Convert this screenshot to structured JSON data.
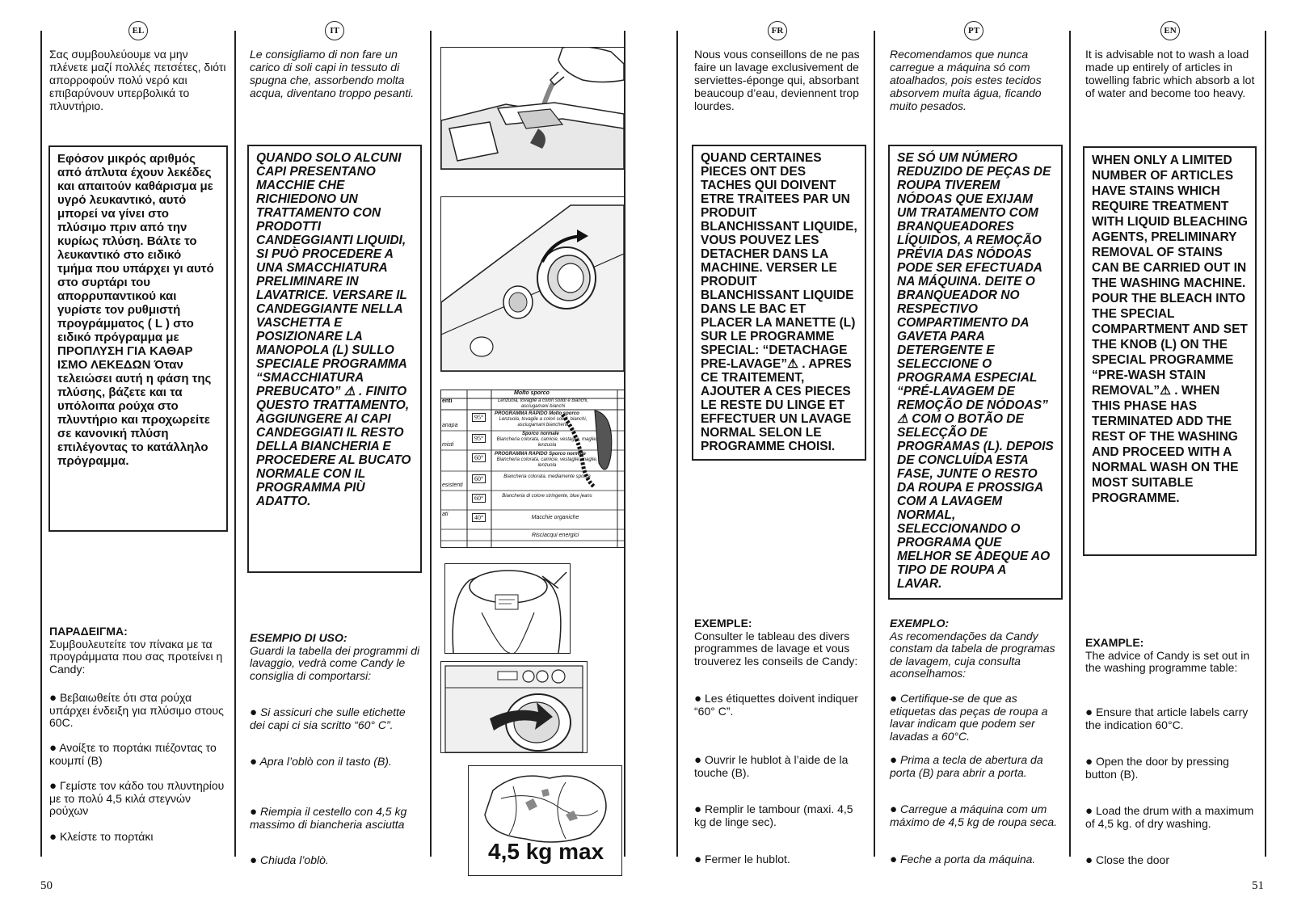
{
  "page_numbers": {
    "left": "50",
    "right": "51"
  },
  "columns": [
    {
      "lang": "EL",
      "intro": "Σας συμβουλεύουμε να μην πλένετε μαζί πολλές πετσέτες, διότι απορροφούν πολύ νερό και επιβαρύνουν υπερβολικά το πλυντήριο.",
      "box": "Εφόσον μικρός αριθμός από άπλυτα έχουν λεκέδες και απαιτούν καθάρισμα με υγρό λευκαντικό, αυτό μπορεί να γίνει στο πλύσιμο πριν από την κυρίως πλύση. Βάλτε το λευκαντικό στο ειδικό τμήμα που υπάρχει γι αυτό στο συρτάρι του απορρυπαντικού και γυρίστε τον ρυθμιστή προγράμματος ( L ) στο ειδικό πρόγραμμα με ΠΡΟΠΛΥΣΗ ΓΙΑ ΚΑΘΑΡ ΙΣΜΟ ΛΕΚΕΔΩΝ Όταν τελειώσει αυτή η φάση της πλύσης, βάζετε και τα υπόλοιπα ρούχα στο πλυντήριο και προχωρείτε σε κανονική πλύση επιλέγοντας το κατάλληλο πρόγραμμα.",
      "example_heading": "ΠΑΡΑΔΕΙΓΜΑ:",
      "example_text": "Συμβουλευτείτε τον πίνακα με τα προγράμματα που σας προτείνει η Candy:",
      "bullets": [
        "Βεβαιωθείτε ότι στα ρούχα υπάρχει ένδειξη για πλύσιμο στους 60C.",
        "Ανοίξτε το πορτάκι πιέζοντας το κουμπί (B)",
        "Γεμίστε τον κάδο του πλυντηρίου με το πολύ 4,5 κιλά στεγνών ρούχων",
        "Κλείστε το πορτάκι"
      ]
    },
    {
      "lang": "IT",
      "intro": "Le consigliamo di non fare un carico di soli capi in tessuto di spugna che, assorbendo molta acqua, diventano troppo pesanti.",
      "box": "QUANDO SOLO ALCUNI CAPI PRESENTANO MACCHIE CHE RICHIEDONO UN TRATTAMENTO CON PRODOTTI CANDEGGIANTI LIQUIDI, SI PUÒ PROCEDERE A UNA SMACCHIATURA PRELIMINARE IN LAVATRICE. VERSARE IL CANDEGGIANTE NELLA VASCHETTA E POSIZIONARE LA MANOPOLA (L) SULLO SPECIALE PROGRAMMA “SMACCHIATURA PREBUCATO” ⚠ . FINITO QUESTO TRATTAMENTO, AGGIUNGERE AI CAPI CANDEGGIATI IL RESTO DELLA BIANCHERIA E PROCEDERE AL BUCATO NORMALE CON IL PROGRAMMA PIÙ ADATTO.",
      "example_heading": "ESEMPIO DI USO:",
      "example_text": "Guardi la tabella dei programmi di lavaggio, vedrà come Candy le consiglia di comportarsi:",
      "bullets": [
        "Si assicuri che sulle etichette dei capi ci sia scritto “60° C”.",
        "Apra l’oblò con il tasto (B).",
        "Riempia il cestello con 4,5 kg massimo di biancheria asciutta",
        "Chiuda l’oblò."
      ]
    },
    {
      "lang": "FR",
      "intro": "Nous vous conseillons de ne pas faire un lavage exclusivement de serviettes-éponge qui, absorbant beaucoup d’eau, deviennent trop lourdes.",
      "box": "QUAND CERTAINES PIECES ONT DES TACHES QUI DOIVENT ETRE TRAITEES PAR UN PRODUIT BLANCHISSANT LIQUIDE, VOUS POUVEZ LES DETACHER DANS LA MACHINE. VERSER LE PRODUIT BLANCHISSANT LIQUIDE DANS LE BAC ET PLACER LA MANETTE (L) SUR LE PROGRAMME SPECIAL: “DETACHAGE PRE-LAVAGE”⚠ . APRES CE TRAITEMENT, AJOUTER A CES PIECES LE RESTE DU LINGE ET EFFECTUER UN LAVAGE NORMAL SELON LE PROGRAMME CHOISI.",
      "example_heading": "EXEMPLE:",
      "example_text": "Consulter le tableau des divers programmes de lavage et vous trouverez les conseils de Candy:",
      "bullets": [
        "Les étiquettes doivent indiquer “60° C”.",
        "Ouvrir le hublot à l’aide de la touche (B).",
        "Remplir le tambour (maxi. 4,5 kg de linge sec).",
        "Fermer le hublot."
      ]
    },
    {
      "lang": "PT",
      "intro": "Recomendamos que nunca carregue a máquina só com atoalhados, pois estes tecidos absorvem muita água, ficando muito pesados.",
      "box": "SE SÓ UM NÚMERO REDUZIDO DE PEÇAS DE ROUPA TIVEREM NÓDOAS QUE EXIJAM UM TRATAMENTO COM BRANQUEADORES LÍQUIDOS, A REMOÇÃO PRÉVIA DAS NÓDOAS PODE SER EFECTUADA NA MÁQUINA. DEITE O BRANQUEADOR NO RESPECTIVO COMPARTIMENTO DA GAVETA PARA DETERGENTE E SELECCIONE O PROGRAMA ESPECIAL “PRÉ-LAVAGEM DE REMOÇÃO DE NÓDOAS” ⚠ COM O BOTÃO DE SELECÇÃO DE PROGRAMAS (L). DEPOIS DE CONCLUÍDA ESTA FASE, JUNTE O RESTO DA ROUPA E PROSSIGA COM A LAVAGEM NORMAL, SELECCIONANDO O PROGRAMA QUE MELHOR SE ADEQUE AO TIPO DE ROUPA A LAVAR.",
      "example_heading": "EXEMPLO:",
      "example_text": "As recomendações da Candy constam da tabela de programas de lavagem, cuja consulta aconselhamos:",
      "bullets": [
        "Certifique-se de que as etiquetas das peças de roupa a lavar indicam que podem ser lavadas a 60°C.",
        "Prima a tecla de abertura da porta (B) para abrir a porta.",
        "Carregue a máquina com um máximo de 4,5 kg de roupa seca.",
        "Feche a porta da máquina."
      ]
    },
    {
      "lang": "EN",
      "intro": "It is advisable not to wash a load made up entirely of articles in towelling fabric which absorb a lot of water and become too heavy.",
      "box": "WHEN ONLY A LIMITED NUMBER OF ARTICLES HAVE STAINS WHICH REQUIRE TREATMENT WITH LIQUID BLEACHING AGENTS, PRELIMINARY REMOVAL OF STAINS CAN BE CARRIED OUT IN THE WASHING MACHINE. POUR THE BLEACH INTO THE SPECIAL COMPARTMENT AND SET THE KNOB (L) ON THE SPECIAL PROGRAMME “PRE-WASH STAIN REMOVAL”⚠ . WHEN THIS PHASE HAS TERMINATED ADD THE REST OF THE WASHING AND PROCEED WITH A NORMAL WASH ON THE MOST SUITABLE PROGRAMME.",
      "example_heading": "EXAMPLE:",
      "example_text": "The advice of Candy is set out in the washing programme table:",
      "bullets": [
        "Ensure that article labels carry the indication 60°C.",
        "Open the door by pressing button (B).",
        "Load the drum with a maximum of 4,5 kg. of dry washing.",
        "Close the door"
      ]
    }
  ],
  "figures": {
    "table_rows": [
      {
        "temp": "95°",
        "text": "Lenzuola, tovaglie a colori solidi e bianchi, asciugamani bianchi"
      },
      {
        "temp": "95°",
        "text": "Lenzuola, tovaglie a colori solidi, bianchi, asciugamani biancheria"
      },
      {
        "temp": "60°",
        "text": "Biancheria colorata, camicie, vestaglie, maglie, lenzuola"
      },
      {
        "temp": "60°",
        "text": "Biancheria colorata, camicie, vestaglie, maglie, lenzuola"
      },
      {
        "temp": "60°",
        "text": "Biancheria colorata, mediamente sporca"
      },
      {
        "temp": "40°",
        "text": "Biancheria di colore stringente, blue jeans"
      }
    ],
    "table_head": "Molto sporco",
    "table_sub1": "PROGRAMMA RAPIDO Molto sporco",
    "table_sub2": "Sporco normale",
    "table_sub3": "PROGRAMMA RAPIDO Sporco normale",
    "table_foot1": "Macchie organiche",
    "table_foot2": "Risciacqui energici",
    "table_left": [
      "enti",
      "anapa",
      "misti",
      "esistenti",
      "ati"
    ],
    "max_label": "4,5 kg max"
  }
}
